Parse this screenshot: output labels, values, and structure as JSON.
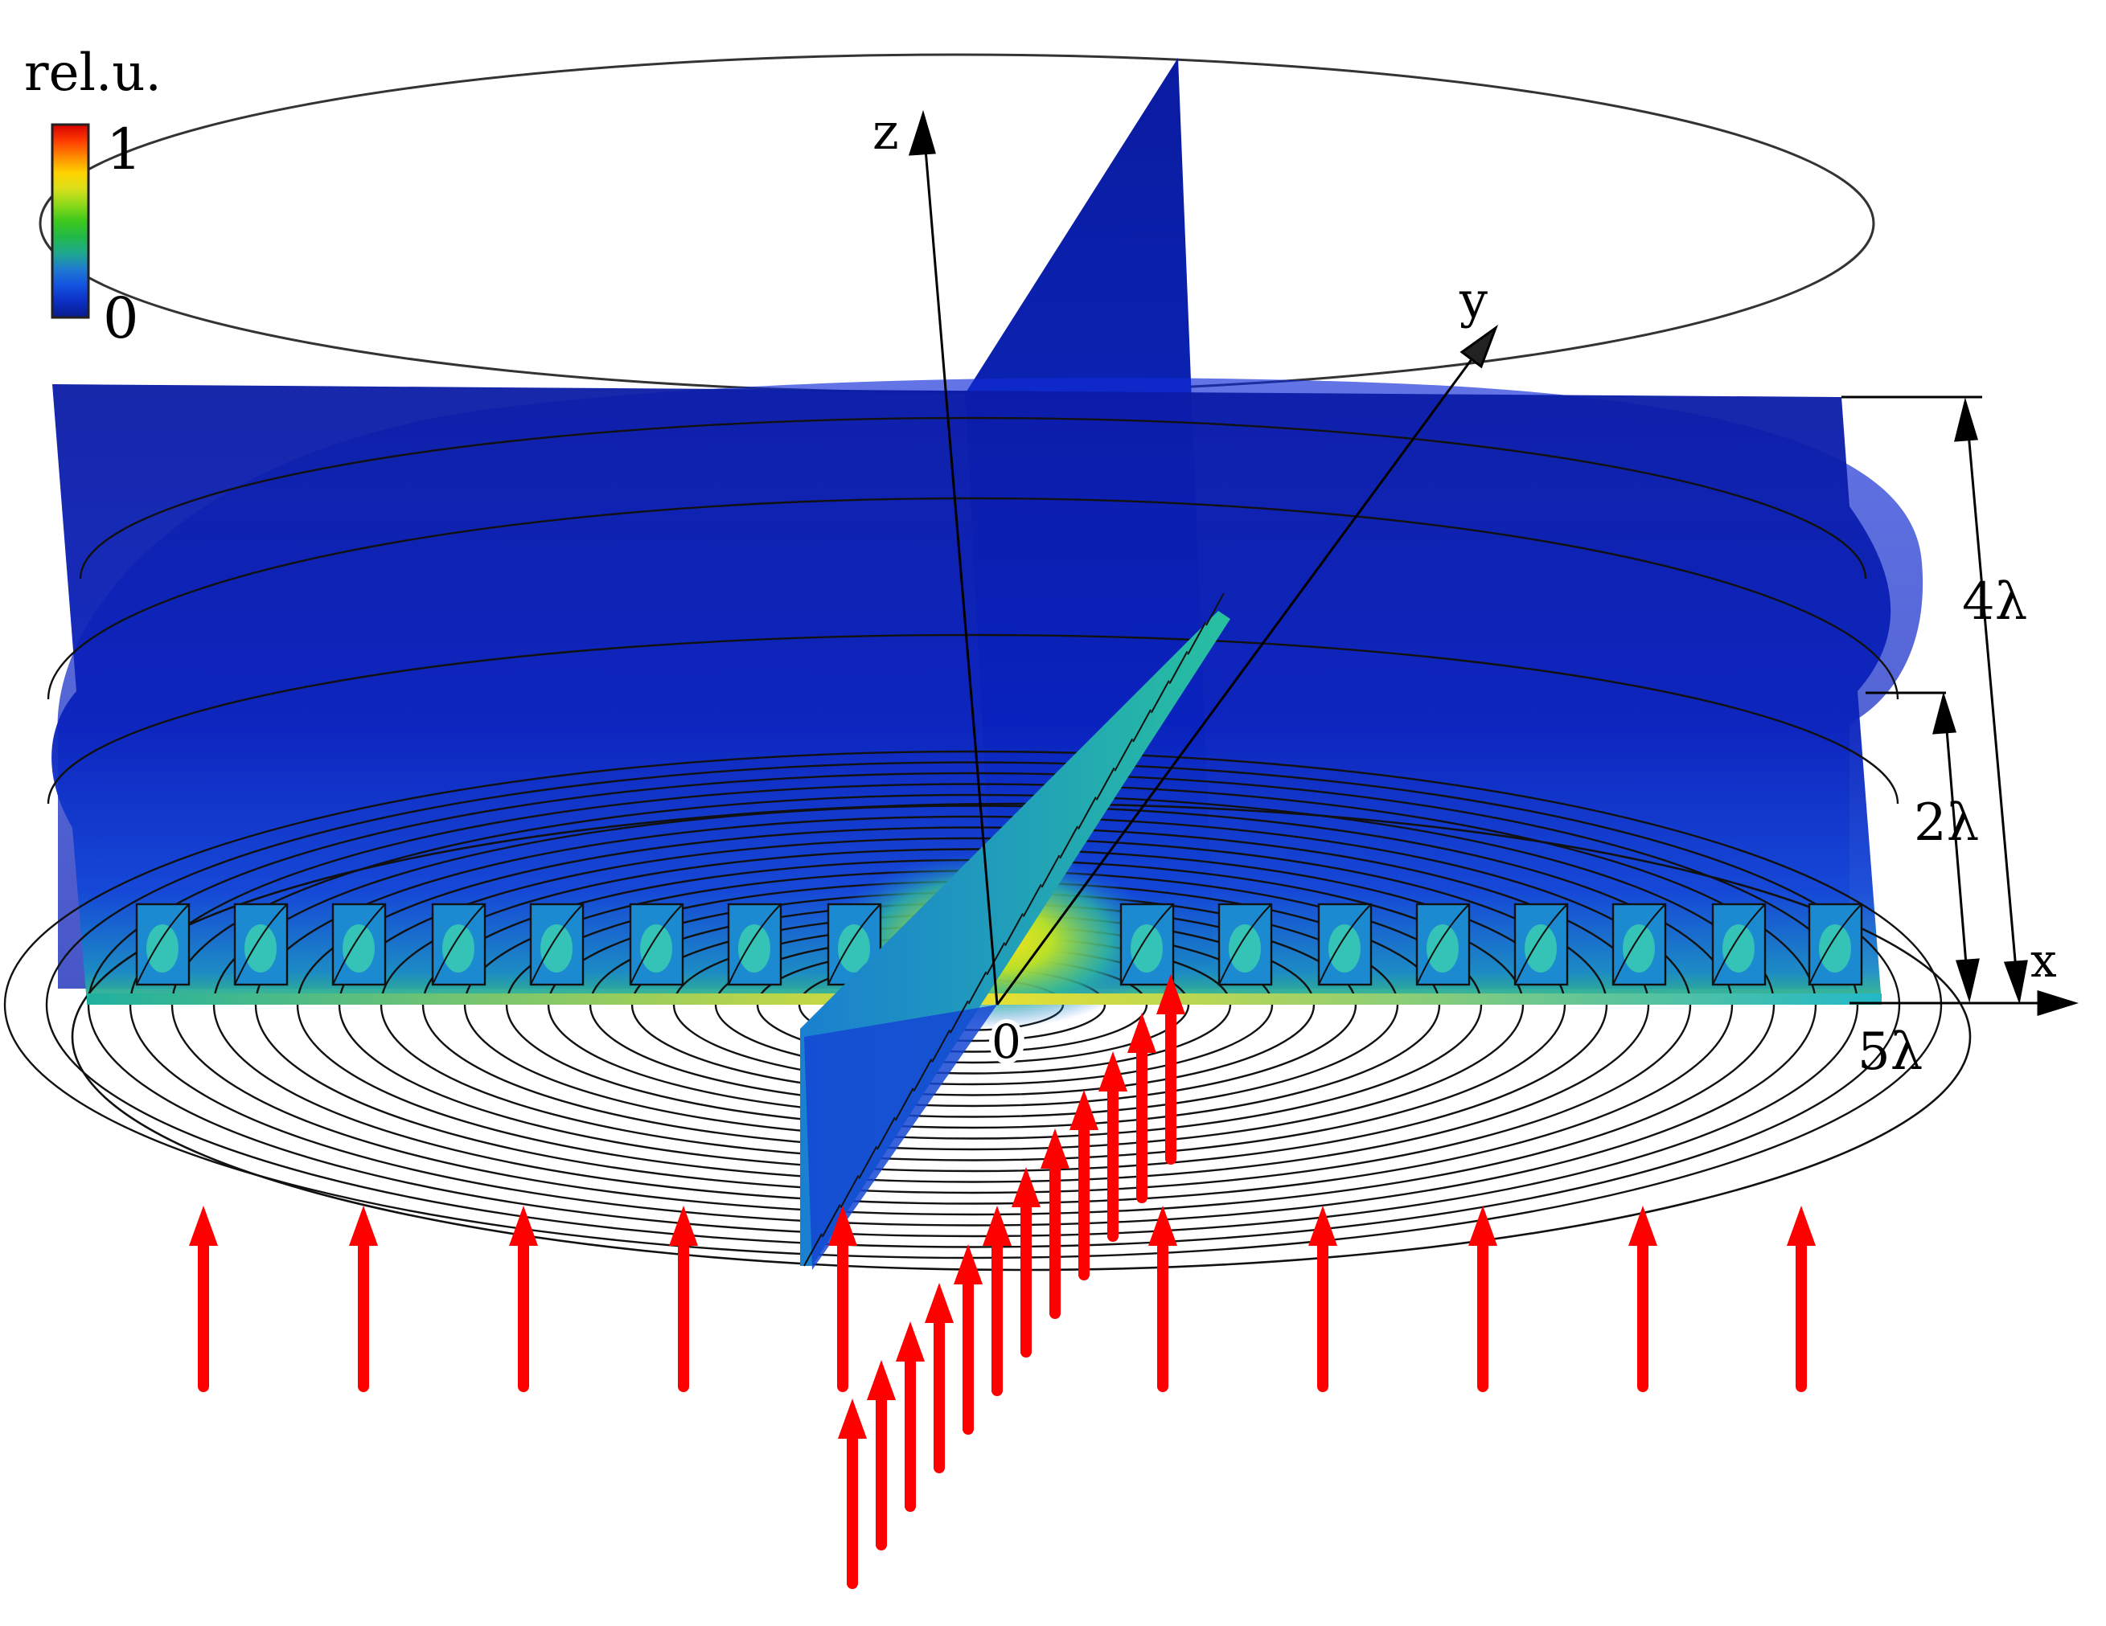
{
  "colorbar": {
    "unit": "rel.u.",
    "max_label": "1",
    "min_label": "0",
    "stops": [
      "#0a1a8c",
      "#0b2fc4",
      "#1452e0",
      "#1f7ad0",
      "#1fa890",
      "#22b84a",
      "#3cc81c",
      "#8cd81a",
      "#d8e01a",
      "#ffd200",
      "#ff8a00",
      "#ff3a00",
      "#d80000"
    ]
  },
  "axes": {
    "x_label": "x",
    "y_label": "y",
    "z_label": "z",
    "origin_label": "0"
  },
  "dimensions": {
    "height_outer": "4λ",
    "height_inner": "2λ",
    "radius": "5λ"
  },
  "colors": {
    "field_low": "#0c1fae",
    "field_mid": "#1c6fe0",
    "field_high": "#f2d21a",
    "arrow": "#ff0000",
    "line": "#000000"
  }
}
